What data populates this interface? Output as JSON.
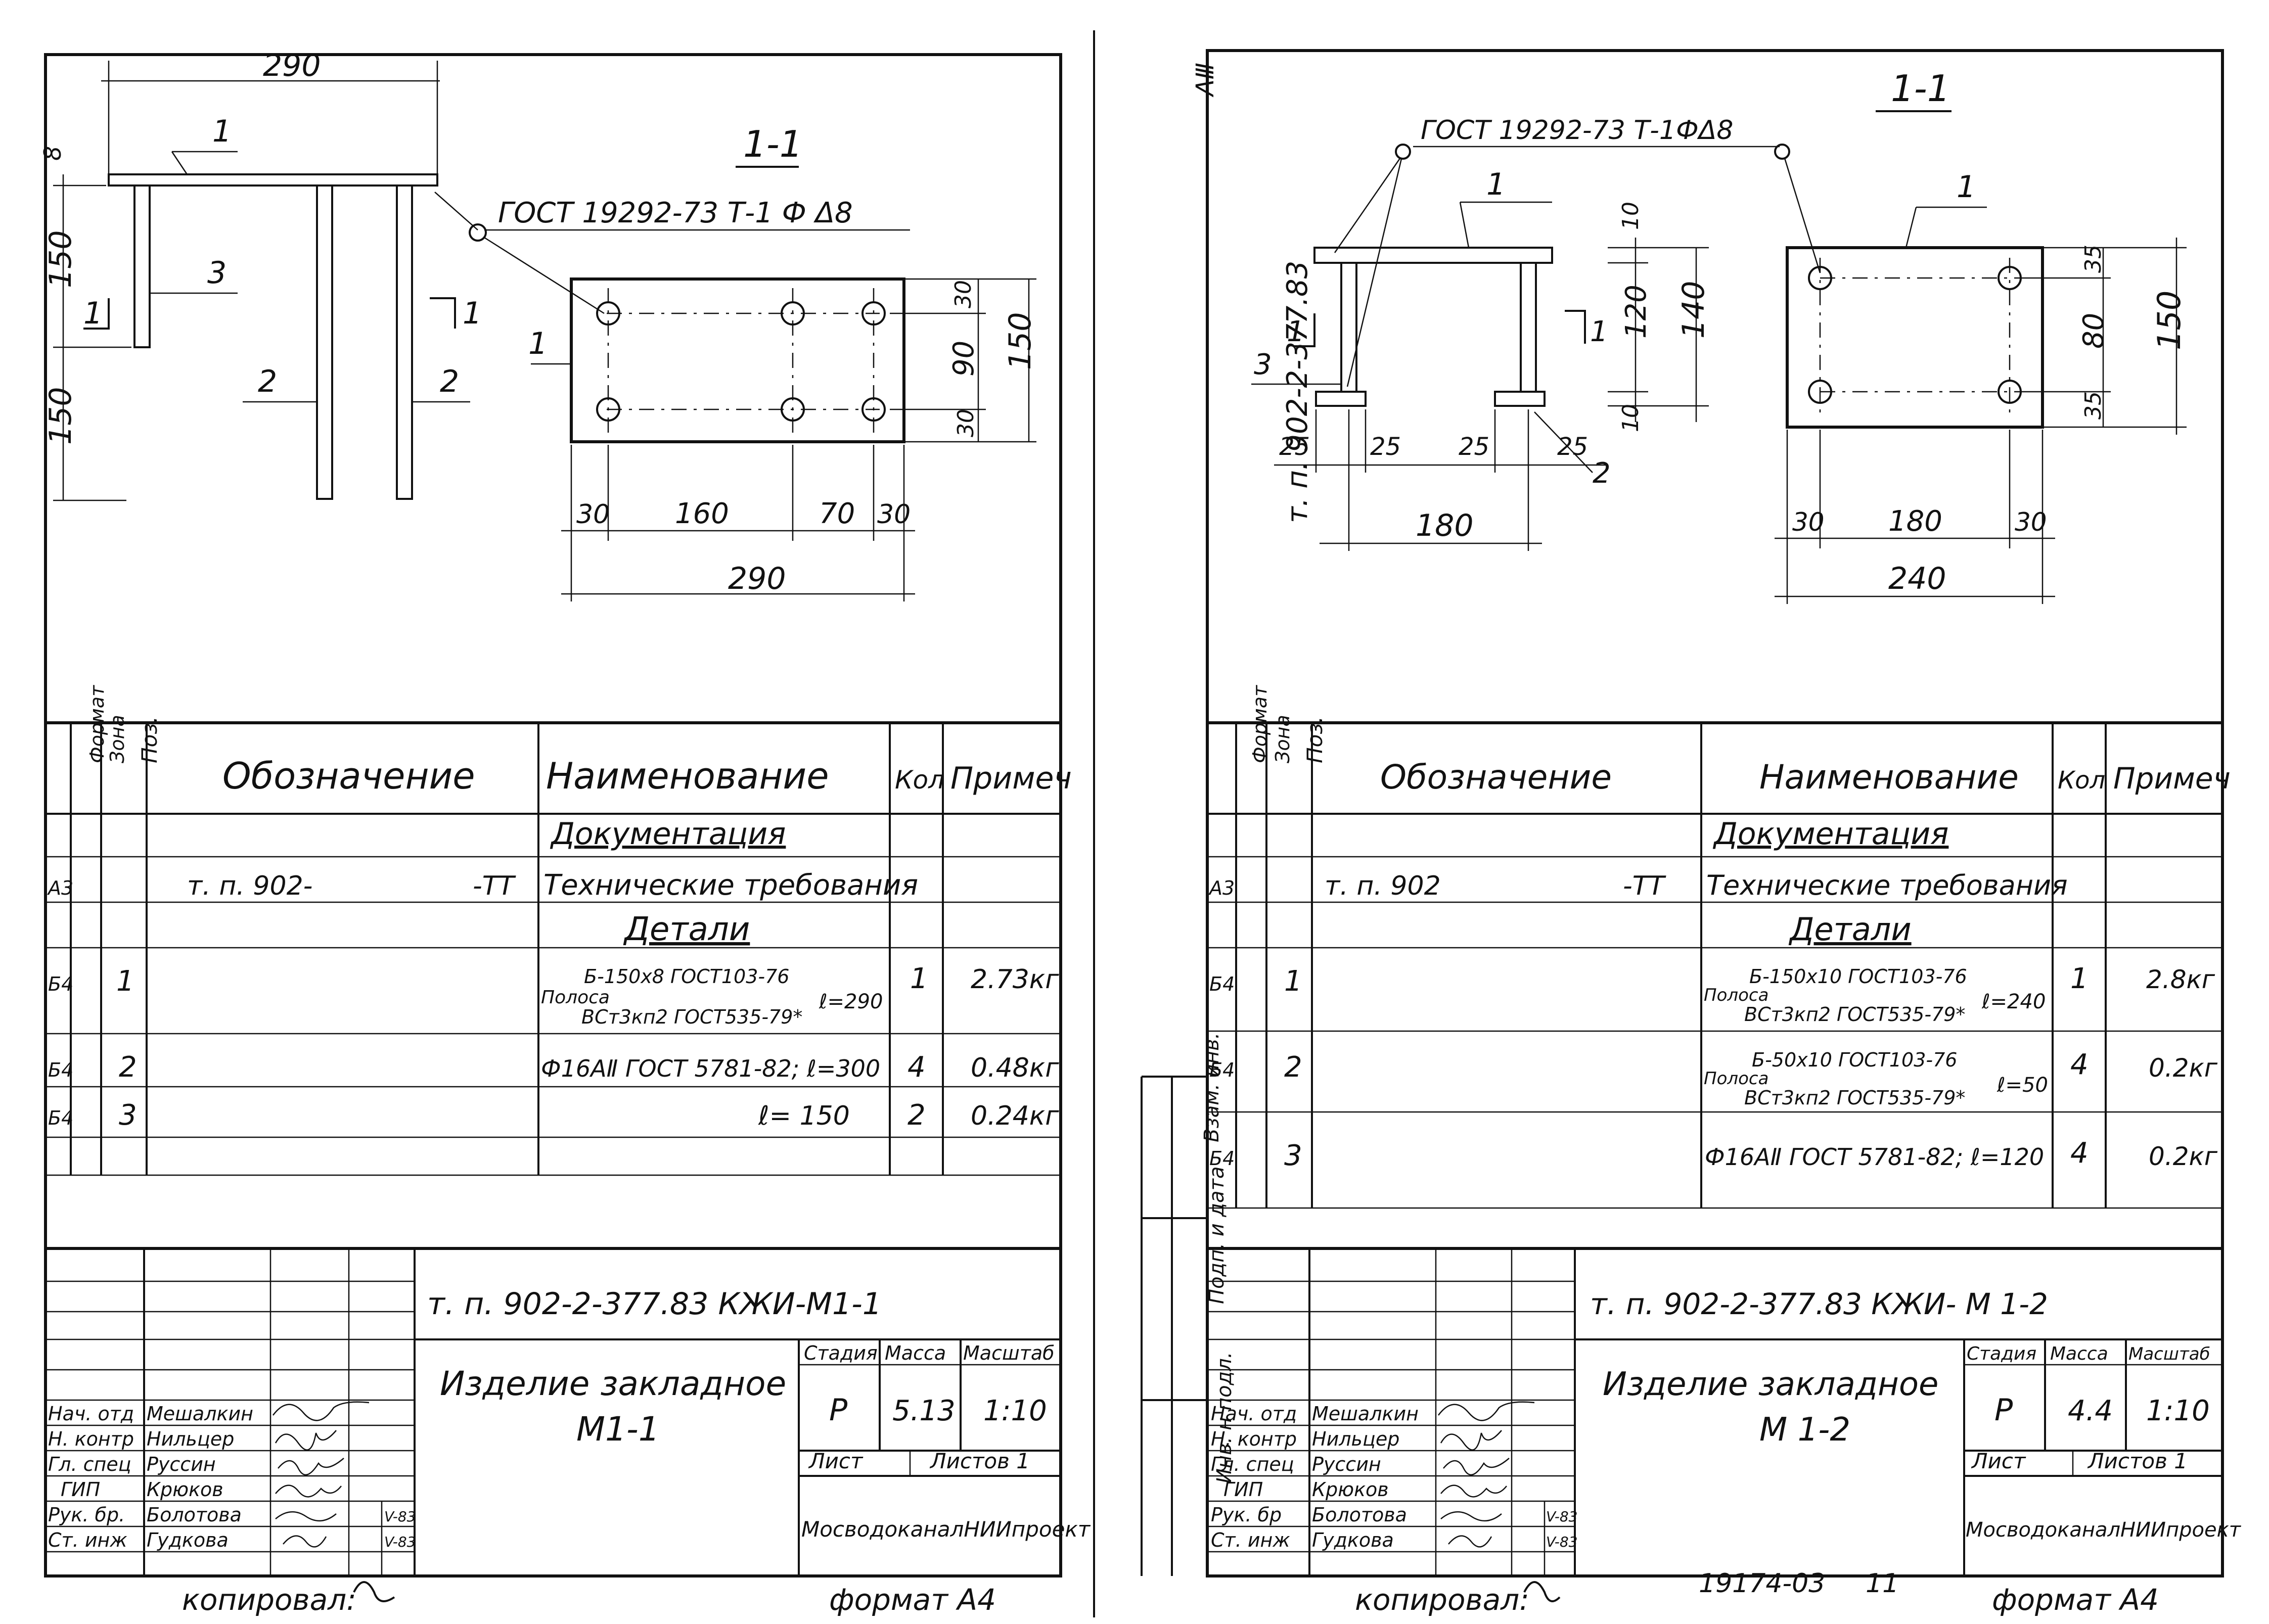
{
  "sheets": [
    {
      "id": "left",
      "drawing": {
        "section_label": "1-1",
        "weld_callout": "ГОСТ 19292-73  Т-1 Ф Δ8",
        "view_marks": [
          "1",
          "1"
        ],
        "positions": [
          "1",
          "3",
          "2",
          "2",
          "1"
        ],
        "dims_side": [
          "290",
          "8",
          "150",
          "150"
        ],
        "dims_plan_h": [
          "30",
          "160",
          "70",
          "30"
        ],
        "dim_plan_total": "290",
        "dims_plan_v": [
          "30",
          "90",
          "30"
        ],
        "dim_plan_v_total": "150"
      },
      "spec": {
        "headers": [
          "Формат",
          "Зона",
          "Поз.",
          "Обозначение",
          "Наименование",
          "Кол",
          "Примеч"
        ],
        "section_docs": "Документация",
        "doc_row": {
          "format": "А3",
          "designation_left": "т. п. 902-",
          "designation_right": "-ТТ",
          "name": "Технические требования"
        },
        "section_parts": "Детали",
        "rows": [
          {
            "format": "Б4",
            "pos": "1",
            "name_prefix": "Полоса",
            "name_top": "Б-150х8 ГОСТ103-76",
            "name_bottom": "ВСт3кп2 ГОСТ535-79*",
            "length": "ℓ=290",
            "qty": "1",
            "note": "2.73кг"
          },
          {
            "format": "Б4",
            "pos": "2",
            "name": "Ф16АⅡ ГОСТ 5781-82; ℓ=300",
            "qty": "4",
            "note": "0.48кг"
          },
          {
            "format": "Б4",
            "pos": "3",
            "name": "ℓ= 150",
            "qty": "2",
            "note": "0.24кг"
          }
        ]
      },
      "title_block": {
        "code": "т. п. 902-2-377.83   КЖИ-М1-1",
        "name_line1": "Изделие закладное",
        "name_line2": "М1-1",
        "stage_label": "Стадия",
        "mass_label": "Масса",
        "scale_label": "Масштаб",
        "stage": "Р",
        "mass": "5.13",
        "scale": "1:10",
        "sheet_label": "Лист",
        "sheets_label": "Листов 1",
        "org": "МосводоканалНИИпроект",
        "roles": [
          {
            "role": "Нач. отд",
            "name": "Мешалкин"
          },
          {
            "role": "Н. контр",
            "name": "Нильцер"
          },
          {
            "role": "Гл. спец",
            "name": "Руссин"
          },
          {
            "role": "ГИП",
            "name": "Крюков"
          },
          {
            "role": "Рук. бр.",
            "name": "Болотова",
            "date": "V-83"
          },
          {
            "role": "Ст. инж",
            "name": "Гудкова",
            "date": "V-83"
          }
        ]
      },
      "footer": {
        "copied": "копировал:",
        "format": "формат А4"
      }
    },
    {
      "id": "right",
      "drawing": {
        "section_label": "1-1",
        "weld_callout": "ГОСТ 19292-73 Т-1ФΔ8",
        "view_marks": [
          "1",
          "1"
        ],
        "positions": [
          "1",
          "3",
          "2",
          "1"
        ],
        "dims_side_h": [
          "25",
          "25",
          "25",
          "25"
        ],
        "dim_side_total": "180",
        "dims_side_v": [
          "10",
          "120",
          "10"
        ],
        "dim_side_v_total": "140",
        "dims_plan_h": [
          "30",
          "180",
          "30"
        ],
        "dim_plan_total": "240",
        "dims_plan_v": [
          "35",
          "80",
          "35"
        ],
        "dim_plan_v_total": "150"
      },
      "spec": {
        "headers": [
          "Формат",
          "Зона",
          "Поз.",
          "Обозначение",
          "Наименование",
          "Кол",
          "Примеч"
        ],
        "section_docs": "Документация",
        "doc_row": {
          "format": "А3",
          "designation_left": "т. п. 902",
          "designation_right": "-ТТ",
          "name": "Технические требования"
        },
        "section_parts": "Детали",
        "rows": [
          {
            "format": "Б4",
            "pos": "1",
            "name_prefix": "Полоса",
            "name_top": "Б-150х10 ГОСТ103-76",
            "name_bottom": "ВСт3кп2 ГОСТ535-79*",
            "length": "ℓ=240",
            "qty": "1",
            "note": "2.8кг"
          },
          {
            "format": "Б4",
            "pos": "2",
            "name_prefix": "Полоса",
            "name_top": "Б-50х10 ГОСТ103-76",
            "name_bottom": "ВСт3кп2 ГОСТ535-79*",
            "length": "ℓ=50",
            "qty": "4",
            "note": "0.2кг"
          },
          {
            "format": "Б4",
            "pos": "3",
            "name": "Ф16АⅡ ГОСТ 5781-82; ℓ=120",
            "qty": "4",
            "note": "0.2кг"
          }
        ]
      },
      "side_labels": [
        "АⅢ",
        "т. п. 902-2-377.83",
        "Взам. инв.",
        "Подп. и дата",
        "Инв. н подл."
      ],
      "title_block": {
        "code": "т. п. 902-2-377.83   КЖИ- М 1-2",
        "name_line1": "Изделие закладное",
        "name_line2": "М 1-2",
        "stage_label": "Стадия",
        "mass_label": "Масса",
        "scale_label": "Масштаб",
        "stage": "Р",
        "mass": "4.4",
        "scale": "1:10",
        "sheet_label": "Лист",
        "sheets_label": "Листов 1",
        "org": "МосводоканалНИИпроект",
        "roles": [
          {
            "role": "Нач. отд",
            "name": "Мешалкин"
          },
          {
            "role": "Н. контр",
            "name": "Нильцер"
          },
          {
            "role": "Гл. спец",
            "name": "Руссин"
          },
          {
            "role": "ГИП",
            "name": "Крюков"
          },
          {
            "role": "Рук. бр",
            "name": "Болотова",
            "date": "V-83"
          },
          {
            "role": "Ст. инж",
            "name": "Гудкова",
            "date": "V-83"
          }
        ]
      },
      "footer": {
        "copied": "копировал:",
        "archive_no": "19174-03",
        "archive_sheet": "11",
        "format": "формат А4"
      }
    }
  ]
}
